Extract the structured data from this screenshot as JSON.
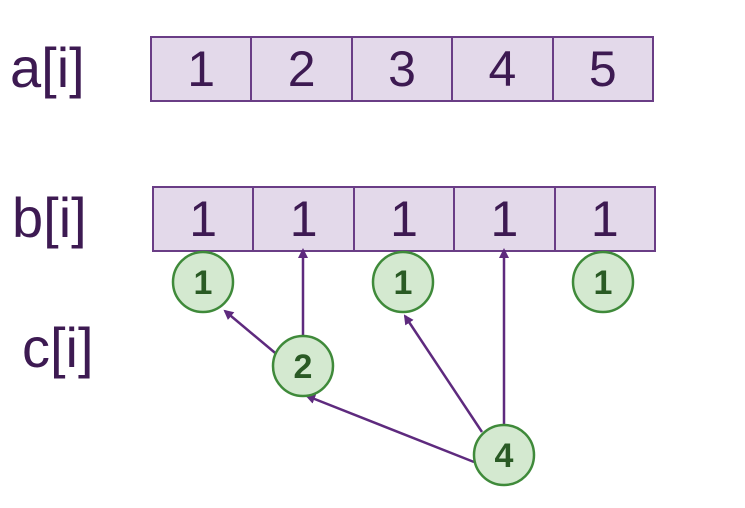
{
  "labels": {
    "a": "a[i]",
    "b": "b[i]",
    "c": "c[i]"
  },
  "array_a": [
    "1",
    "2",
    "3",
    "4",
    "5"
  ],
  "array_b": [
    "1",
    "1",
    "1",
    "1",
    "1"
  ],
  "nodes": {
    "c0": "1",
    "c1": "2",
    "c2": "1",
    "c3": "4",
    "c4": "1"
  },
  "colors": {
    "cell_fill": "#e3d9ea",
    "cell_border": "#6a3d86",
    "text": "#3d1a52",
    "node_fill": "#d4e9d0",
    "node_border": "#3f8a3a",
    "node_text": "#2a5a25",
    "arrow": "#5e2a7e"
  }
}
